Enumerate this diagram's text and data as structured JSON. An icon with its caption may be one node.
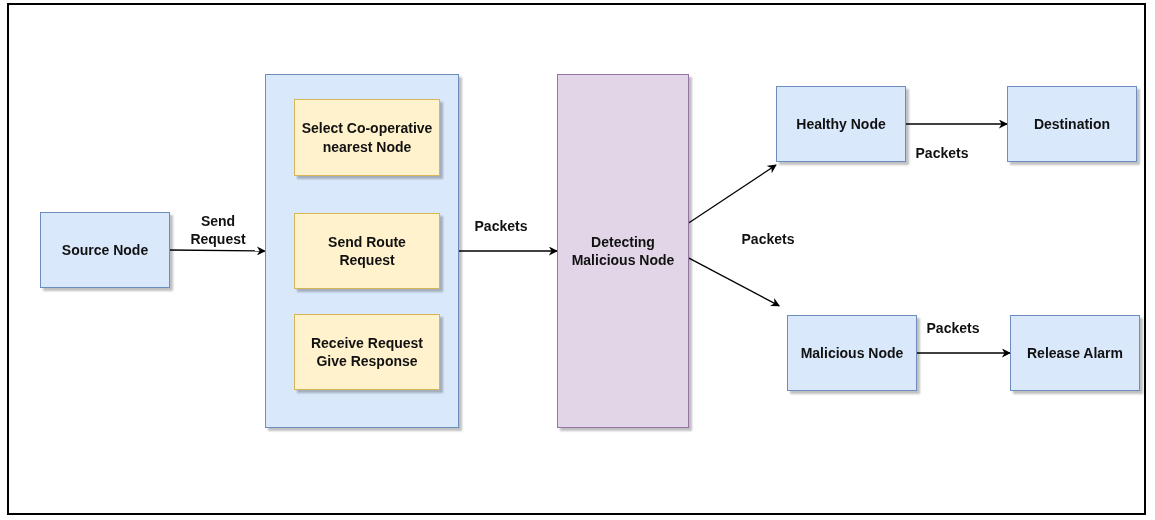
{
  "diagram": {
    "nodes": [
      {
        "text": [
          "Source Node"
        ]
      },
      {
        "text": [],
        "shape": "box"
      },
      {
        "text": [
          "Select Co-operative nearest Node"
        ],
        "in": 1
      },
      {
        "text": [
          "Send Route Request"
        ],
        "in": 1
      },
      {
        "text": [
          "Receive Request Give Response"
        ],
        "in": 1
      },
      {
        "text": [
          "Detecting Malicious Node"
        ]
      },
      {
        "text": [
          "Healthy Node"
        ]
      },
      {
        "text": [
          "Destination"
        ]
      },
      {
        "text": [
          "Malicious Node"
        ]
      },
      {
        "text": [
          "Release Alarm"
        ]
      }
    ],
    "edges": [
      {
        "from": 0,
        "to": 1,
        "arrow": "to",
        "label": "Send Request"
      },
      {
        "from": 1,
        "to": 5,
        "arrow": "to",
        "label": "Packets"
      },
      {
        "from": 5,
        "to": 6,
        "arrow": "to"
      },
      {
        "from": 5,
        "to": 8,
        "arrow": "to"
      },
      {
        "from": 6,
        "to": 7,
        "arrow": "to",
        "label": "Packets"
      },
      {
        "from": 8,
        "to": 9,
        "arrow": "to",
        "label": "Packets"
      }
    ],
    "labels": [
      "Packets"
    ]
  }
}
